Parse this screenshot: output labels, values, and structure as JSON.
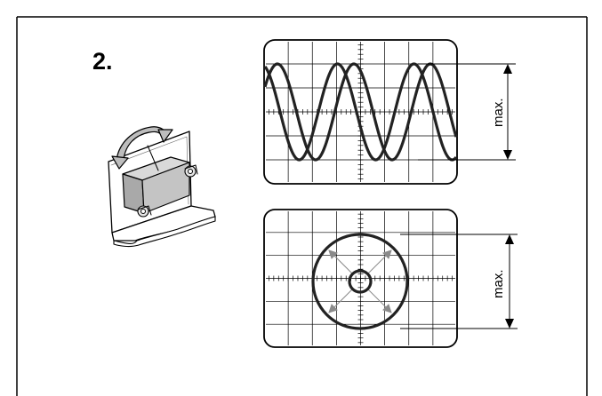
{
  "step": {
    "number": "2."
  },
  "scopes": [
    {
      "max_label": "max."
    },
    {
      "max_label": "max."
    }
  ]
}
